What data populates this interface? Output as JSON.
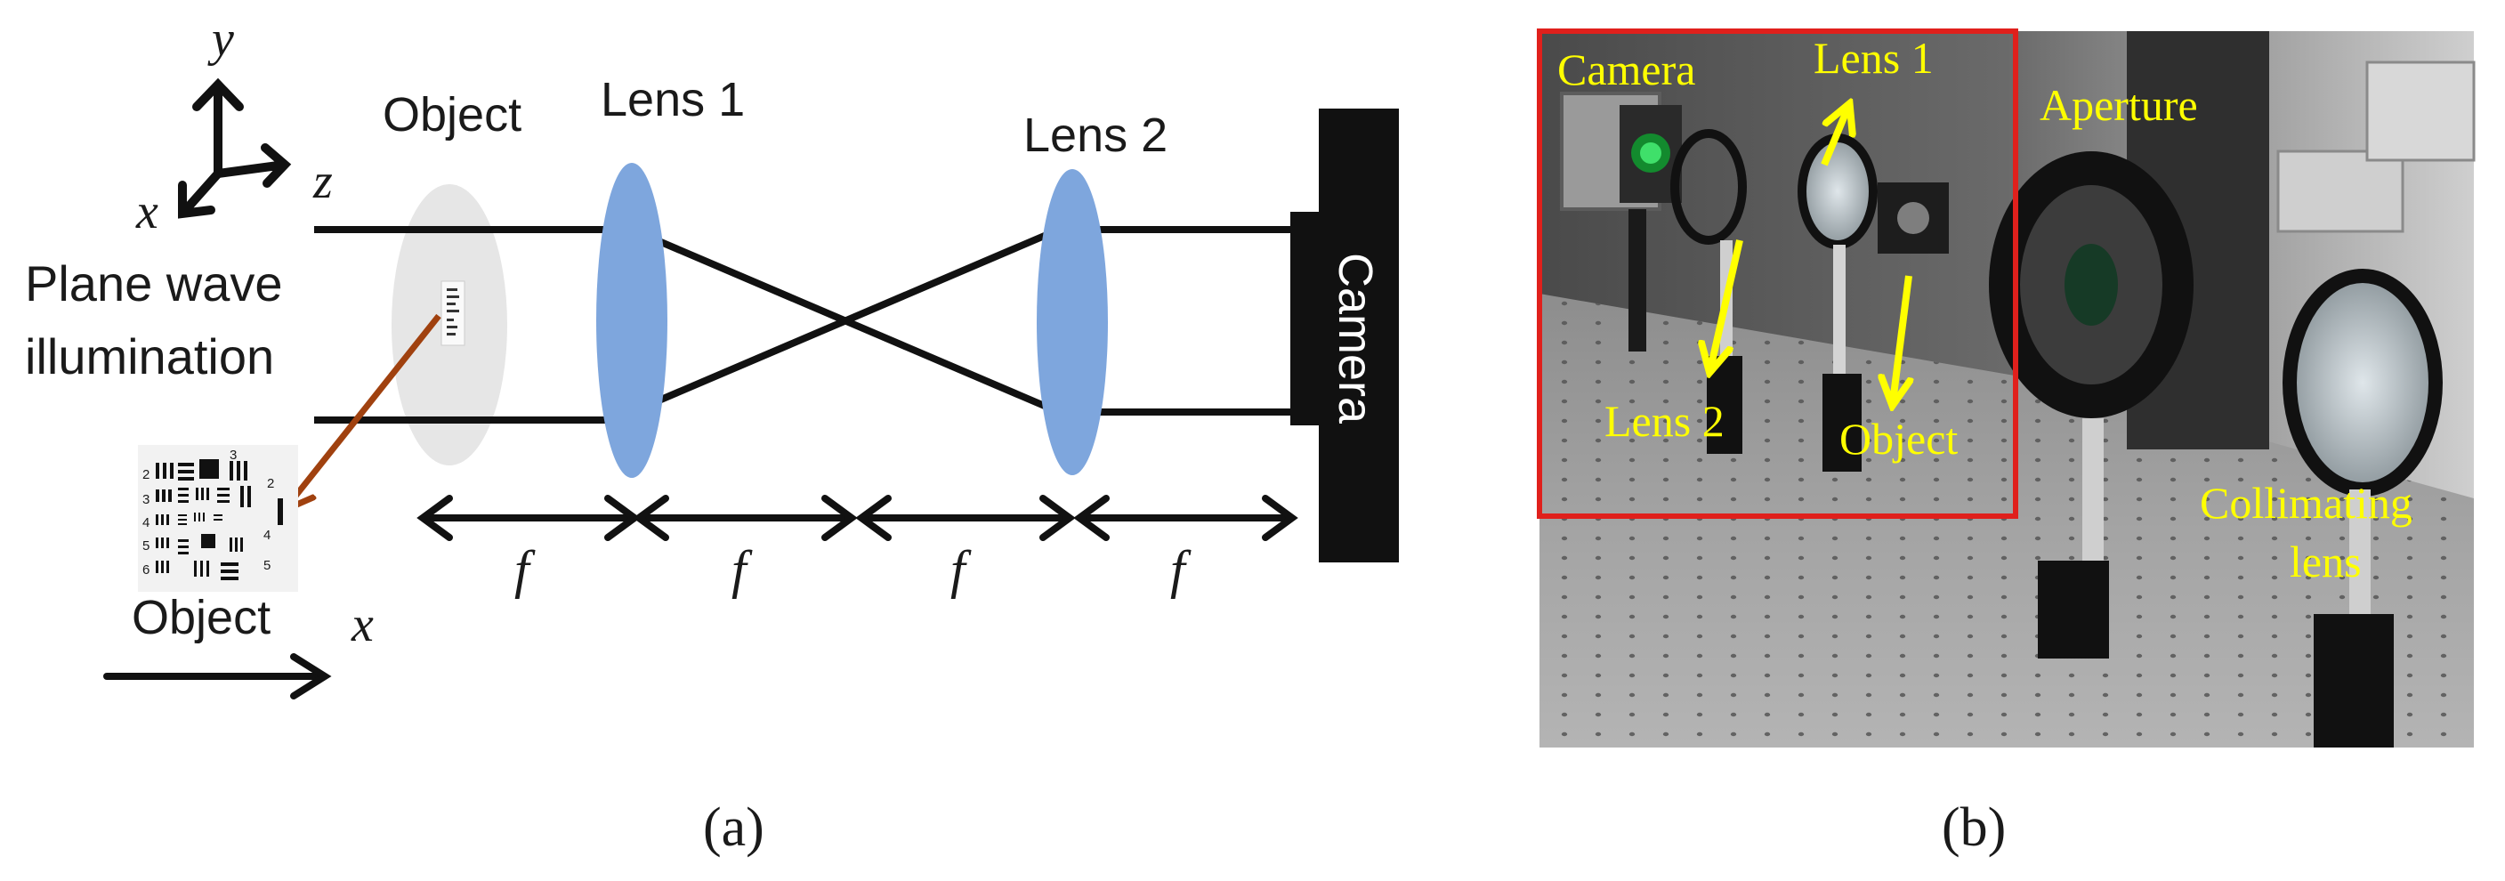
{
  "panel_a": {
    "axes": {
      "y": "y",
      "z": "z",
      "x": "x"
    },
    "object_label": "Object",
    "lens1_label": "Lens 1",
    "lens2_label": "Lens 2",
    "illumination_line1": "Plane wave",
    "illumination_line2": "illumination",
    "camera_label": "Camera",
    "focal_labels": [
      "f",
      "f",
      "f",
      "f"
    ],
    "target_label": "Object",
    "target_axis_label": "x",
    "target_numbers": [
      "2",
      "3",
      "4",
      "5",
      "6",
      "3",
      "2",
      "4",
      "5"
    ],
    "caption": "(a)",
    "colors": {
      "lens": "#7ea6dd",
      "object_ellipse": "#e6e6e6",
      "pointer_arrow": "#a0410f"
    }
  },
  "panel_b": {
    "labels": {
      "camera": "Camera",
      "lens1": "Lens 1",
      "aperture": "Aperture",
      "lens2": "Lens 2",
      "object": "Object",
      "collimating_line1": "Collimating",
      "collimating_line2": "lens"
    },
    "caption": "(b)",
    "colors": {
      "annotation": "#ffff00",
      "highlight_box": "#e0201c"
    }
  }
}
